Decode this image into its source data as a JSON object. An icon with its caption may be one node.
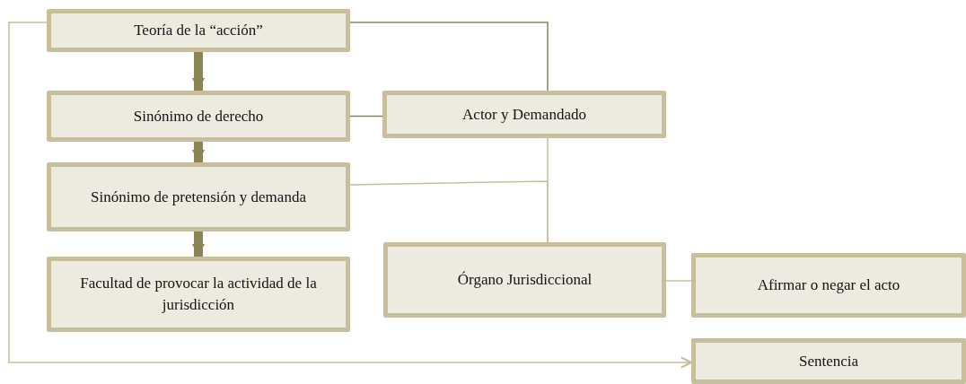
{
  "diagram": {
    "nodes": [
      {
        "text": [
          "Teoría de la “acción”"
        ]
      },
      {
        "text": [
          "Sinónimo de derecho"
        ]
      },
      {
        "text": [
          "Actor y Demandado"
        ]
      },
      {
        "text": [
          "Sinónimo de pretensión y demanda"
        ]
      },
      {
        "text": [
          "Facultad de provocar la actividad de la jurisdicción"
        ]
      },
      {
        "text": [
          "Órgano Jurisdiccional"
        ]
      },
      {
        "text": [
          "Afirmar o negar el acto"
        ]
      },
      {
        "text": [
          "Sentencia"
        ]
      }
    ],
    "edges": [
      {
        "from": 0,
        "to": 1,
        "arrow": "to",
        "style": "thick",
        "color": "#8b8455"
      },
      {
        "from": 1,
        "to": 3,
        "arrow": "to",
        "style": "thick",
        "color": "#8b8455"
      },
      {
        "from": 3,
        "to": 4,
        "arrow": "to",
        "style": "thick",
        "color": "#8b8455"
      },
      {
        "from": 0,
        "to": 2,
        "arrow": "none",
        "color": "#8b8455"
      },
      {
        "from": 1,
        "to": 2,
        "arrow": "none",
        "color": "#8b8455"
      },
      {
        "from": 2,
        "to": 5,
        "arrow": "none"
      },
      {
        "from": 3,
        "to": 5,
        "arrow": "none"
      },
      {
        "from": 5,
        "to": 6,
        "arrow": "none"
      },
      {
        "from": 0,
        "to": 7,
        "arrow": "to"
      }
    ]
  }
}
